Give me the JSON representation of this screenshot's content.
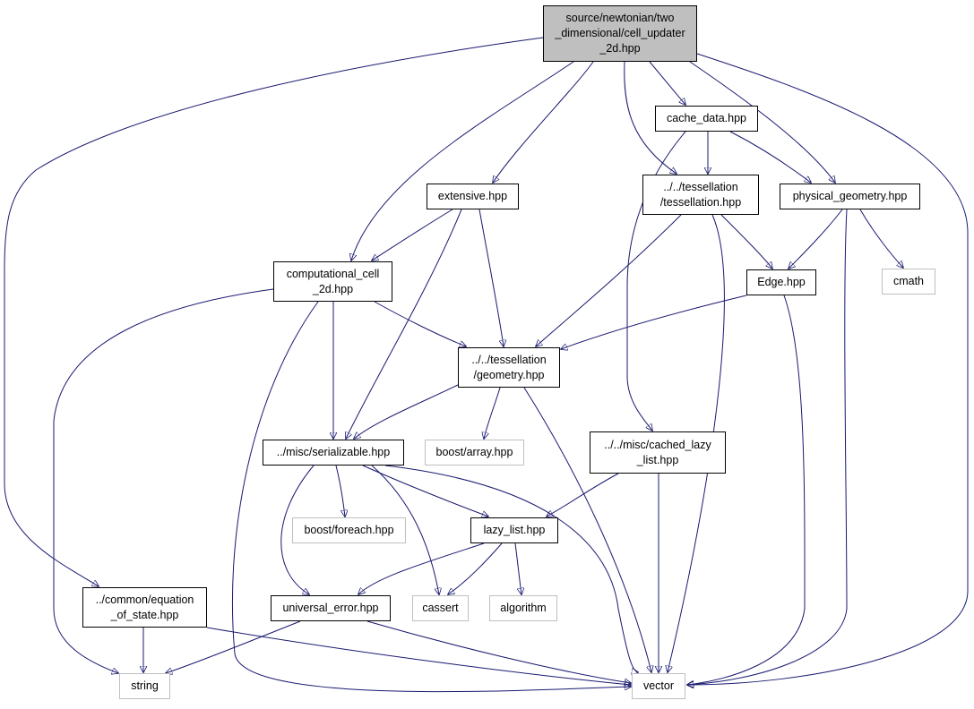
{
  "graph": {
    "edge_color": "#191970",
    "root_fill": "#bfbfbf",
    "external_border": "#bfbfbf",
    "nodes": {
      "root": [
        "source/newtonian/two",
        "_dimensional/cell_updater",
        "_2d.hpp"
      ],
      "cache_data": [
        "cache_data.hpp"
      ],
      "extensive": [
        "extensive.hpp"
      ],
      "tessellation": [
        "../../tessellation",
        "/tessellation.hpp"
      ],
      "physical_geometry": [
        "physical_geometry.hpp"
      ],
      "computational_cell": [
        "computational_cell",
        "_2d.hpp"
      ],
      "edge": [
        "Edge.hpp"
      ],
      "cmath": [
        "cmath"
      ],
      "geometry": [
        "../../tessellation",
        "/geometry.hpp"
      ],
      "serializable": [
        "../misc/serializable.hpp"
      ],
      "boost_array": [
        "boost/array.hpp"
      ],
      "cached_lazy_list": [
        "../../misc/cached_lazy",
        "_list.hpp"
      ],
      "boost_foreach": [
        "boost/foreach.hpp"
      ],
      "lazy_list": [
        "lazy_list.hpp"
      ],
      "equation_of_state": [
        "../common/equation",
        "_of_state.hpp"
      ],
      "universal_error": [
        "universal_error.hpp"
      ],
      "cassert": [
        "cassert"
      ],
      "algorithm": [
        "algorithm"
      ],
      "string": [
        "string"
      ],
      "vector": [
        "vector"
      ]
    }
  }
}
